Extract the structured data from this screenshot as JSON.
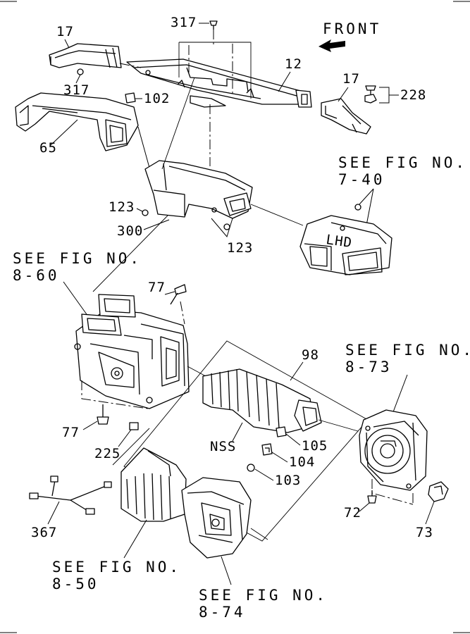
{
  "direction": {
    "label": "FRONT",
    "arrow_icon": "front-arrow-icon"
  },
  "parts": {
    "p317_top": "317",
    "p317_left": "317",
    "p17_left": "17",
    "p17_right": "17",
    "p12": "12",
    "p102": "102",
    "p65": "65",
    "p228": "228",
    "p123_left": "123",
    "p123_right": "123",
    "p300": "300",
    "p77_top": "77",
    "p77_bottom": "77",
    "p225": "225",
    "p98": "98",
    "nss": "NSS",
    "p105": "105",
    "p104": "104",
    "p103": "103",
    "p72": "72",
    "p73": "73",
    "p367": "367"
  },
  "references": {
    "fig_7_40": {
      "line1": "SEE FIG NO.",
      "line2": "7-40"
    },
    "fig_8_60": {
      "line1": "SEE FIG NO.",
      "line2": "8-60"
    },
    "fig_8_73": {
      "line1": "SEE FIG NO.",
      "line2": "8-73"
    },
    "fig_8_50": {
      "line1": "SEE FIG NO.",
      "line2": "8-50"
    },
    "fig_8_74": {
      "line1": "SEE FIG NO.",
      "line2": "8-74"
    }
  },
  "duct_marking": "LHD"
}
